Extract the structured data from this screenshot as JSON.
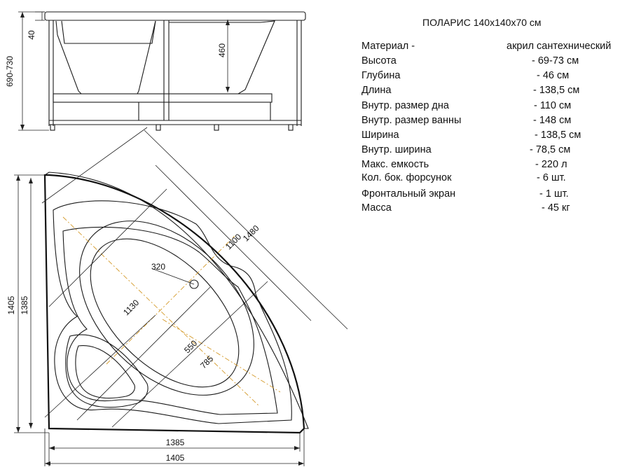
{
  "title": "ПОЛАРИС 140х140х70 см",
  "specs": [
    {
      "label": "Материал -",
      "value": "акрил сантехнический"
    },
    {
      "label": "Высота",
      "value": "- 69-73 см"
    },
    {
      "label": "Глубина",
      "value": "- 46 см"
    },
    {
      "label": "Длина",
      "value": "- 138,5 см"
    },
    {
      "label": "Внутр. размер дна",
      "value": "- 110 см"
    },
    {
      "label": "Внутр. размер ванны",
      "value": "- 148 см"
    },
    {
      "label": "Ширина",
      "value": "- 138,5 см"
    },
    {
      "label": "Внутр. ширина",
      "value": "- 78,5 см"
    },
    {
      "label": "Макс. емкость",
      "value": "- 220 л"
    },
    {
      "label": "Кол. бок. форсунок",
      "value": "- 6 шт."
    },
    {
      "label": "Фронтальный экран",
      "value": "- 1 шт."
    },
    {
      "label": "Масса",
      "value": "- 45 кг"
    }
  ],
  "dimensions": {
    "side_height": "690-730",
    "rim": "40",
    "depth": "460",
    "outer_v": "1405",
    "inner_v": "1385",
    "diag_1480": "1480",
    "diag_1100": "1100",
    "drain": "320",
    "long_axis": "1130",
    "short_axis": "550",
    "inner_width": "785",
    "bottom_inner": "1385",
    "bottom_outer": "1405"
  }
}
